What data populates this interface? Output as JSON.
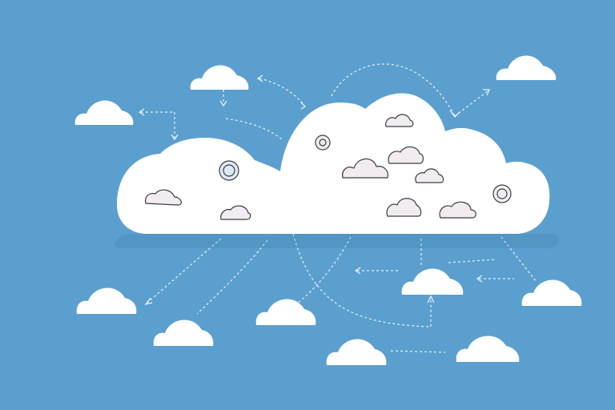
{
  "scene": {
    "background_color": "#5b9fce",
    "cloud_color": "#ffffff",
    "connector_color": "#ffffff",
    "doodle_stroke_color": "#3c3c46",
    "main_cloud": {
      "icon_count": 8
    },
    "small_clouds_count": 11,
    "connector_count": 14
  }
}
